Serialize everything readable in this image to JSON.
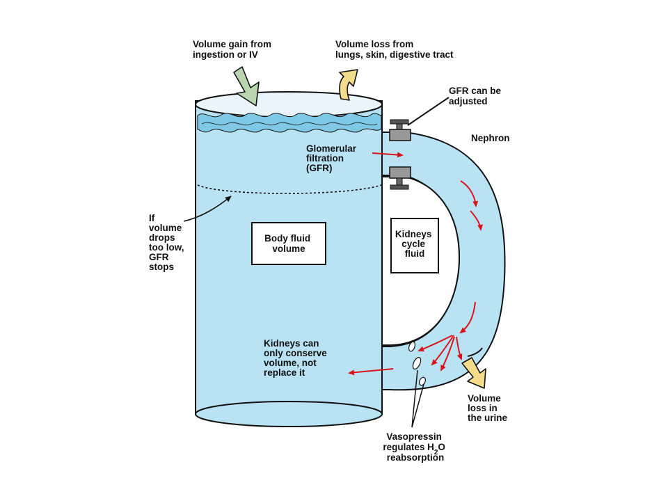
{
  "labels": {
    "volume_gain": [
      "Volume gain from",
      "ingestion or IV"
    ],
    "volume_loss_lungs": [
      "Volume loss from",
      "lungs, skin, digestive tract"
    ],
    "gfr_adjusted": [
      "GFR can be",
      "adjusted"
    ],
    "nephron": "Nephron",
    "glomerular": [
      "Glomerular",
      "filtration",
      "(GFR)"
    ],
    "volume_drop": [
      "If",
      "volume",
      "drops",
      "too low,",
      "GFR",
      "stops"
    ],
    "body_fluid": [
      "Body fluid",
      "volume"
    ],
    "kidneys_cycle": [
      "Kidneys",
      "cycle",
      "fluid"
    ],
    "conserve": [
      "Kidneys can",
      "only conserve",
      "volume, not",
      "replace it"
    ],
    "urine_loss": [
      "Volume",
      "loss in",
      "the urine"
    ],
    "vasopressin": {
      "line1": "Vasopressin",
      "line2_prefix": "regulates H",
      "line2_sub": "2",
      "line2_suffix": "O",
      "line3": "reabsorption"
    }
  },
  "colors": {
    "fluid": "#b9e2f3",
    "fluid_dark": "#7fc8e6",
    "outline": "#111111",
    "flow_arrow": "#d9141b",
    "inflow_arrow": "#b9d6b0",
    "outflow_arrow": "#f3dc8a",
    "valve": "#8a8a8a"
  }
}
